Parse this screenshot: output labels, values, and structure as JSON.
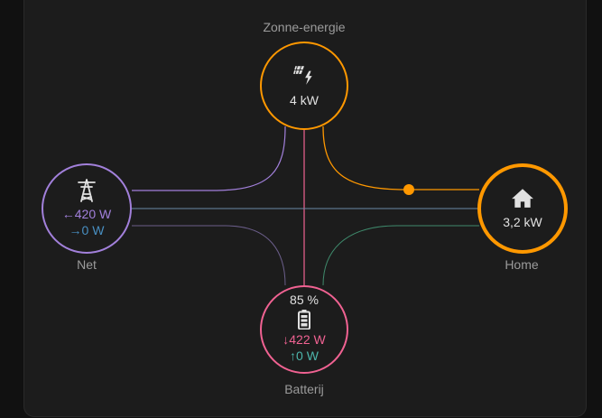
{
  "solar": {
    "label": "Zonne-energie",
    "value": "4 kW",
    "icon": "solar-panel-lightning-icon",
    "color": "#ff9800"
  },
  "grid": {
    "label": "Net",
    "import": "420 W",
    "export": "0 W",
    "icon": "transmission-tower-icon",
    "color": "#a280db",
    "import_color": "#a280db",
    "export_color": "#488fc2"
  },
  "home": {
    "label": "Home",
    "value": "3,2 kW",
    "icon": "home-icon",
    "color": "#ff9800"
  },
  "battery": {
    "label": "Batterij",
    "percent": "85 %",
    "charge": "422 W",
    "discharge": "0 W",
    "icon": "battery-icon",
    "color": "#f06292",
    "discharge_color": "#4db6ac"
  },
  "flows": {
    "solar_to_home": "#ff9800",
    "solar_to_grid": "#a280db",
    "solar_to_battery": "#f06292",
    "grid_to_home": "#6a8aa6",
    "grid_to_battery": "#6b5e8a",
    "battery_to_home": "#3f8a6c"
  }
}
